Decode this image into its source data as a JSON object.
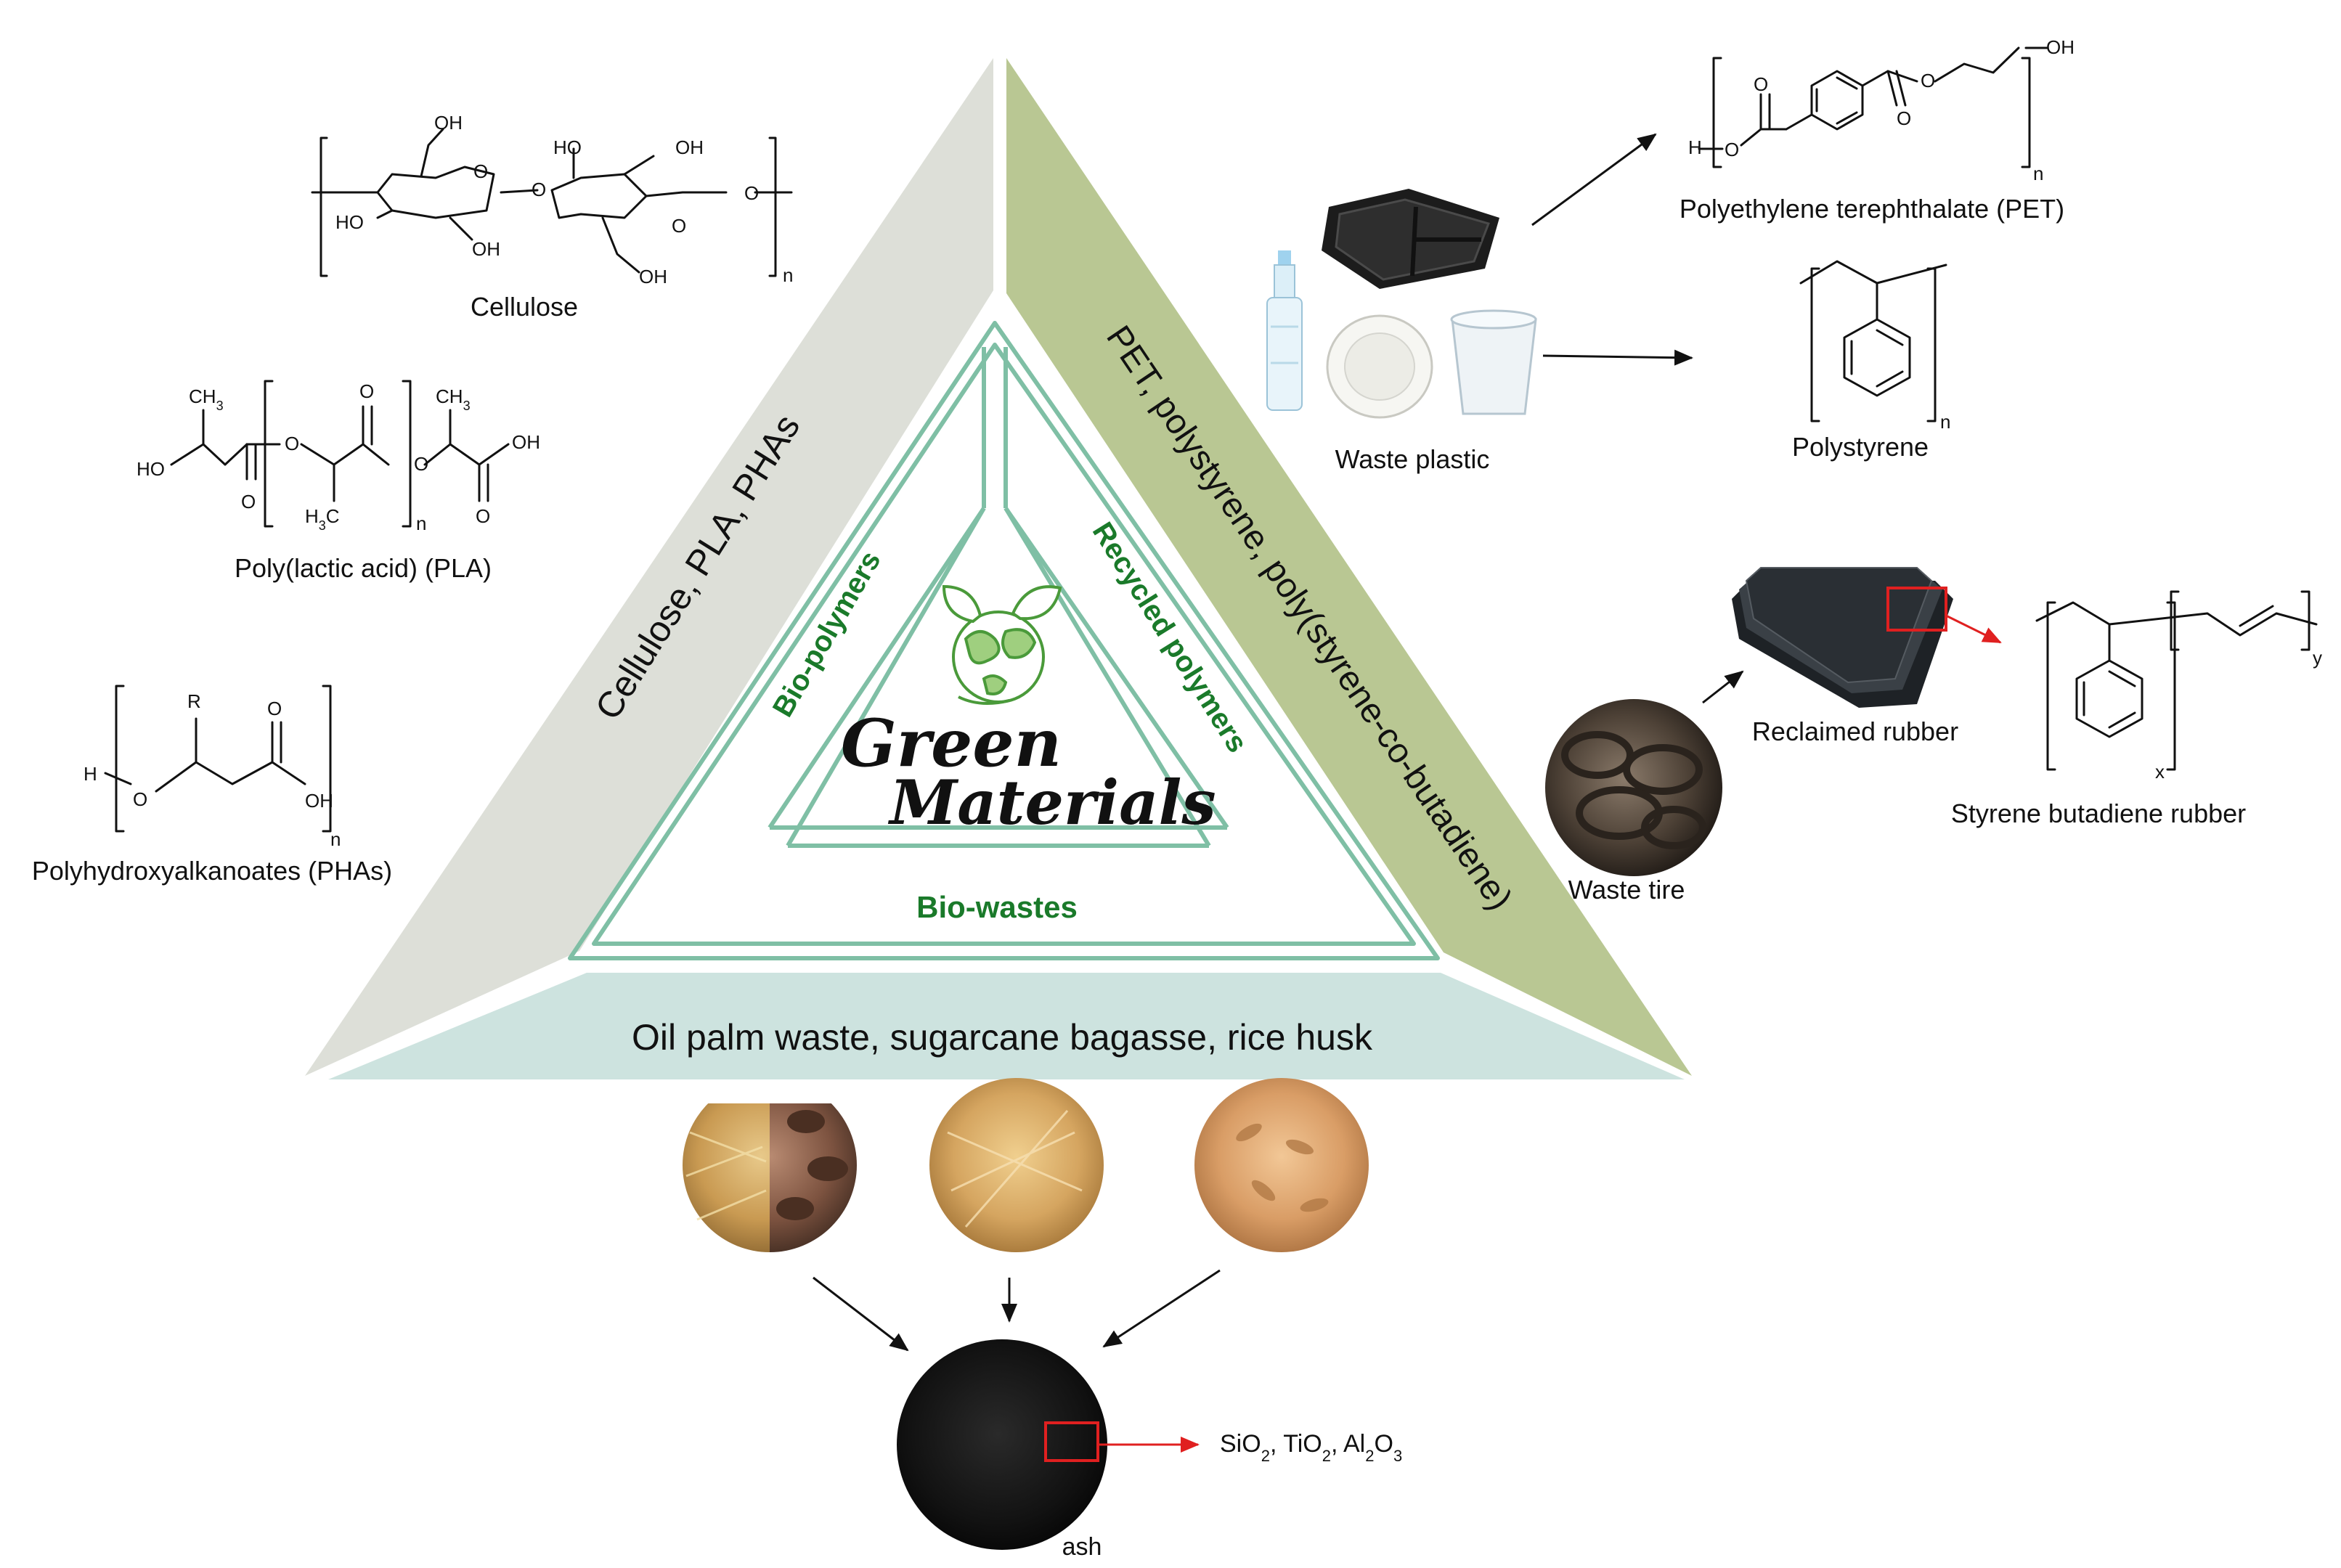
{
  "colors": {
    "background": "#ffffff",
    "left_band": "#dddfd8",
    "right_band": "#b9c793",
    "bottom_band": "#cde3df",
    "inner_outline": "#7fbfa5",
    "category_green": "#1a7a2a",
    "arrow_black": "#111111",
    "arrow_red": "#e02020",
    "highlight_box": "#e02020"
  },
  "bands": {
    "left": "Cellulose, PLA, PHAs",
    "right": "PET, polystyrene, poly(styrene-co-butadiene)",
    "bottom": "Oil palm waste, sugarcane bagasse, rice husk"
  },
  "categories": {
    "left": "Bio-polymers",
    "right": "Recycled polymers",
    "bottom": "Bio-wastes"
  },
  "logo": {
    "line1": "Green",
    "line2": "Materials",
    "icon": "globe-leaves-icon"
  },
  "structures": {
    "cellulose": {
      "name": "Cellulose",
      "oh1": "OH",
      "oh2": "OH",
      "ho1": "HO",
      "ho2": "HO",
      "oh3": "OH",
      "oh4": "OH",
      "o_link": "O",
      "o_ring1": "O",
      "o_ring2": "O",
      "o_end": "O",
      "sub": "n"
    },
    "pla": {
      "name": "Poly(lactic acid) (PLA)",
      "ch3_a": "CH3",
      "ch3_b": "CH3",
      "h3c": "H3C",
      "ho": "HO",
      "oh": "OH",
      "o1": "O",
      "o2": "O",
      "o3": "O",
      "o4": "O",
      "o5": "O",
      "sub": "n"
    },
    "phas": {
      "name": "Polyhydroxyalkanoates (PHAs)",
      "r": "R",
      "h": "H",
      "o_bridge": "O",
      "o_carbonyl": "O",
      "oh": "OH",
      "sub": "n"
    },
    "pet": {
      "name": "Polyethylene terephthalate (PET)",
      "h": "H",
      "oh": "OH",
      "o1": "O",
      "o2": "O",
      "o3": "O",
      "o4": "O",
      "sub": "n"
    },
    "polystyrene": {
      "name": "Polystyrene",
      "sub": "n"
    },
    "sbr": {
      "name": "Styrene butadiene rubber",
      "sub_x": "x",
      "sub_y": "y"
    }
  },
  "sources": {
    "waste_plastic": "Waste plastic",
    "reclaimed_rubber": "Reclaimed rubber",
    "waste_tire": "Waste tire",
    "ash": "ash",
    "oxides": "SiO2, TiO2, Al2O3"
  }
}
